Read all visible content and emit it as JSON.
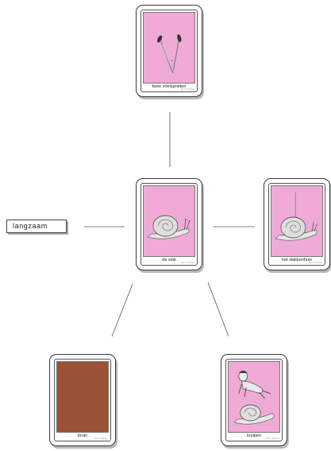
{
  "center_card": {
    "label": "de slak",
    "credit": "Bron: Pinterest",
    "image_icon": "snail-icon",
    "bg": "#f0aad6"
  },
  "cards": {
    "top": {
      "label": "twee voelsprieten",
      "credit": "Bron: Pinterest",
      "image_icon": "antennae-icon",
      "bg": "#f0aad6"
    },
    "right": {
      "label": "het slakkenhuis",
      "credit": "Bron: Pinterest",
      "image_icon": "snail-shell-icon",
      "bg": "#f0aad6"
    },
    "bottom_left": {
      "label": "bruin",
      "credit": "Bron: Pinterest",
      "image_icon": "brown-swatch-icon",
      "bg": "#9b5236"
    },
    "bottom_right": {
      "label": "kruipen",
      "credit": "Bron: Pinterest",
      "image_icon": "crawling-baby-icon",
      "bg": "#f0aad6"
    }
  },
  "left_tag": {
    "label": "langzaam"
  },
  "colors": {
    "card_pink": "#f0aad6",
    "brown": "#9b5236",
    "line": "#555555"
  }
}
